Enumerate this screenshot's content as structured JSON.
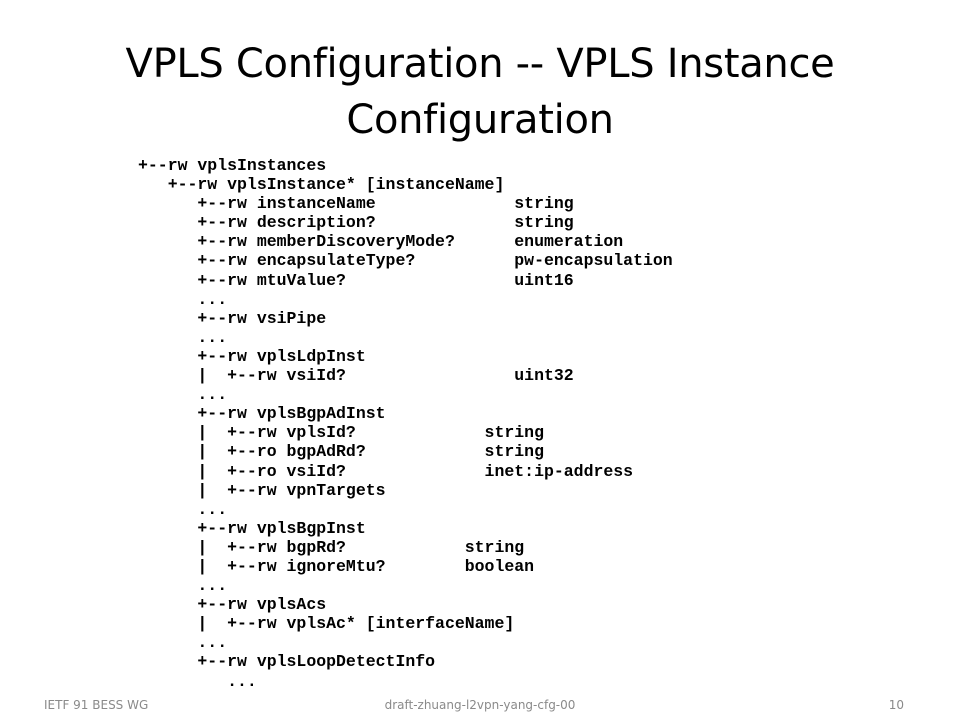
{
  "slide": {
    "title_line1": "VPLS Configuration -- VPLS Instance",
    "title_line2": "Configuration"
  },
  "tree": {
    "lines": [
      "+--rw vplsInstances",
      "   +--rw vplsInstance* [instanceName]",
      "      +--rw instanceName              string",
      "      +--rw description?              string",
      "      +--rw memberDiscoveryMode?      enumeration",
      "      +--rw encapsulateType?          pw-encapsulation",
      "      +--rw mtuValue?                 uint16",
      "      ...",
      "      +--rw vsiPipe",
      "      ...",
      "      +--rw vplsLdpInst",
      "      |  +--rw vsiId?                 uint32",
      "      ...",
      "      +--rw vplsBgpAdInst",
      "      |  +--rw vplsId?             string",
      "      |  +--ro bgpAdRd?            string",
      "      |  +--ro vsiId?              inet:ip-address",
      "      |  +--rw vpnTargets",
      "      ...",
      "      +--rw vplsBgpInst",
      "      |  +--rw bgpRd?            string",
      "      |  +--rw ignoreMtu?        boolean",
      "      ...",
      "      +--rw vplsAcs",
      "      |  +--rw vplsAc* [interfaceName]",
      "      ...",
      "      +--rw vplsLoopDetectInfo",
      "         ..."
    ]
  },
  "footer": {
    "left": "IETF 91 BESS WG",
    "center": "draft-zhuang-l2vpn-yang-cfg-00",
    "page_number": "10"
  }
}
